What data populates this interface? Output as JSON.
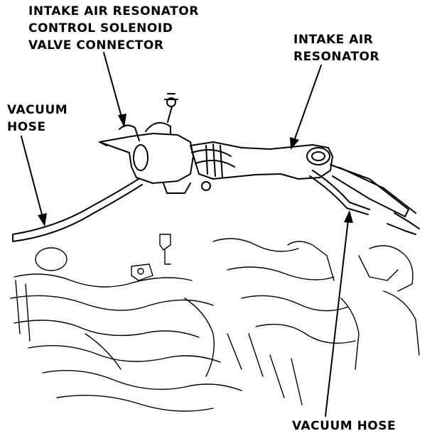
{
  "colors": {
    "ink": "#000000",
    "paper": "#ffffff"
  },
  "labels": {
    "solenoid_connector": [
      "INTAKE AIR RESONATOR",
      "CONTROL SOLENOID",
      "VALVE CONNECTOR"
    ],
    "intake_air_resonator": [
      "INTAKE AIR",
      "RESONATOR"
    ],
    "vacuum_hose_left": [
      "VACUUM",
      "HOSE"
    ],
    "vacuum_hose_bottom": "VACUUM HOSE"
  }
}
